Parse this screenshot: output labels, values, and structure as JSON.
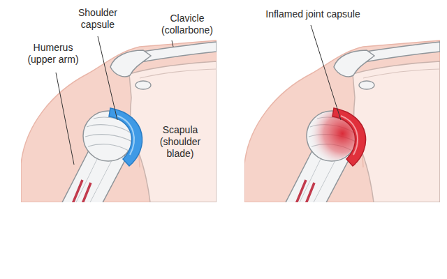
{
  "diagram": {
    "labels": [
      "Shoulder capsule",
      "Clavicle (collarbone)",
      "Inflamed joint capsule",
      "Humerus (upper arm)",
      "Scapula (shoulder blade)"
    ]
  }
}
